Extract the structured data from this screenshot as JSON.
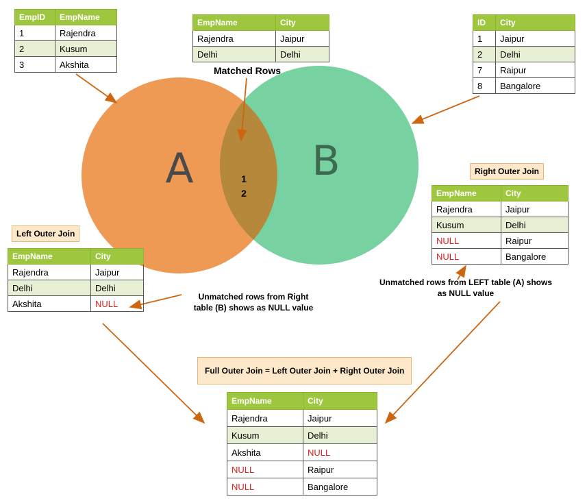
{
  "venn": {
    "left_label": "A",
    "right_label": "B",
    "overlap_lines": [
      "1",
      "2"
    ],
    "matched_rows_label": "Matched Rows",
    "left_color": "#EE9A55",
    "right_color": "#5FC98F",
    "overlap_color": "#B5883B"
  },
  "tables": {
    "table_a": {
      "headers": [
        "EmpID",
        "EmpName"
      ],
      "rows": [
        [
          "1",
          "Rajendra"
        ],
        [
          "2",
          "Kusum"
        ],
        [
          "3",
          "Akshita"
        ]
      ]
    },
    "matched": {
      "headers": [
        "EmpName",
        "City"
      ],
      "rows": [
        [
          "Rajendra",
          "Jaipur"
        ],
        [
          "Delhi",
          "Delhi"
        ]
      ]
    },
    "table_b": {
      "headers": [
        "ID",
        "City"
      ],
      "rows": [
        [
          "1",
          "Jaipur"
        ],
        [
          "2",
          "Delhi"
        ],
        [
          "7",
          "Raipur"
        ],
        [
          "8",
          "Bangalore"
        ]
      ]
    },
    "left_join": {
      "title": "Left Outer Join",
      "headers": [
        "EmpName",
        "City"
      ],
      "rows": [
        [
          "Rajendra",
          "Jaipur"
        ],
        [
          "Delhi",
          "Delhi"
        ],
        [
          "Akshita",
          "NULL"
        ]
      ]
    },
    "right_join": {
      "title": "Right Outer Join",
      "headers": [
        "EmpName",
        "City"
      ],
      "rows": [
        [
          "Rajendra",
          "Jaipur"
        ],
        [
          "Kusum",
          "Delhi"
        ],
        [
          "NULL",
          "Raipur"
        ],
        [
          "NULL",
          "Bangalore"
        ]
      ]
    },
    "full_join": {
      "title": "Full Outer Join = Left Outer Join + Right Outer Join",
      "headers": [
        "EmpName",
        "City"
      ],
      "rows": [
        [
          "Rajendra",
          "Jaipur"
        ],
        [
          "Kusum",
          "Delhi"
        ],
        [
          "Akshita",
          "NULL"
        ],
        [
          "NULL",
          "Raipur"
        ],
        [
          "NULL",
          "Bangalore"
        ]
      ]
    }
  },
  "notes": {
    "left_unmatched": [
      "Unmatched rows from Right",
      "table (B) shows as NULL value"
    ],
    "right_unmatched": [
      "Unmatched rows from LEFT table (A) shows",
      "as NULL value"
    ]
  },
  "colors": {
    "arrow": "#CC6611",
    "header_bg": "#9FC63F",
    "alt_row_bg": "#E7F0D4",
    "null_text": "#E02020",
    "label_bg": "#FDE8C9"
  }
}
